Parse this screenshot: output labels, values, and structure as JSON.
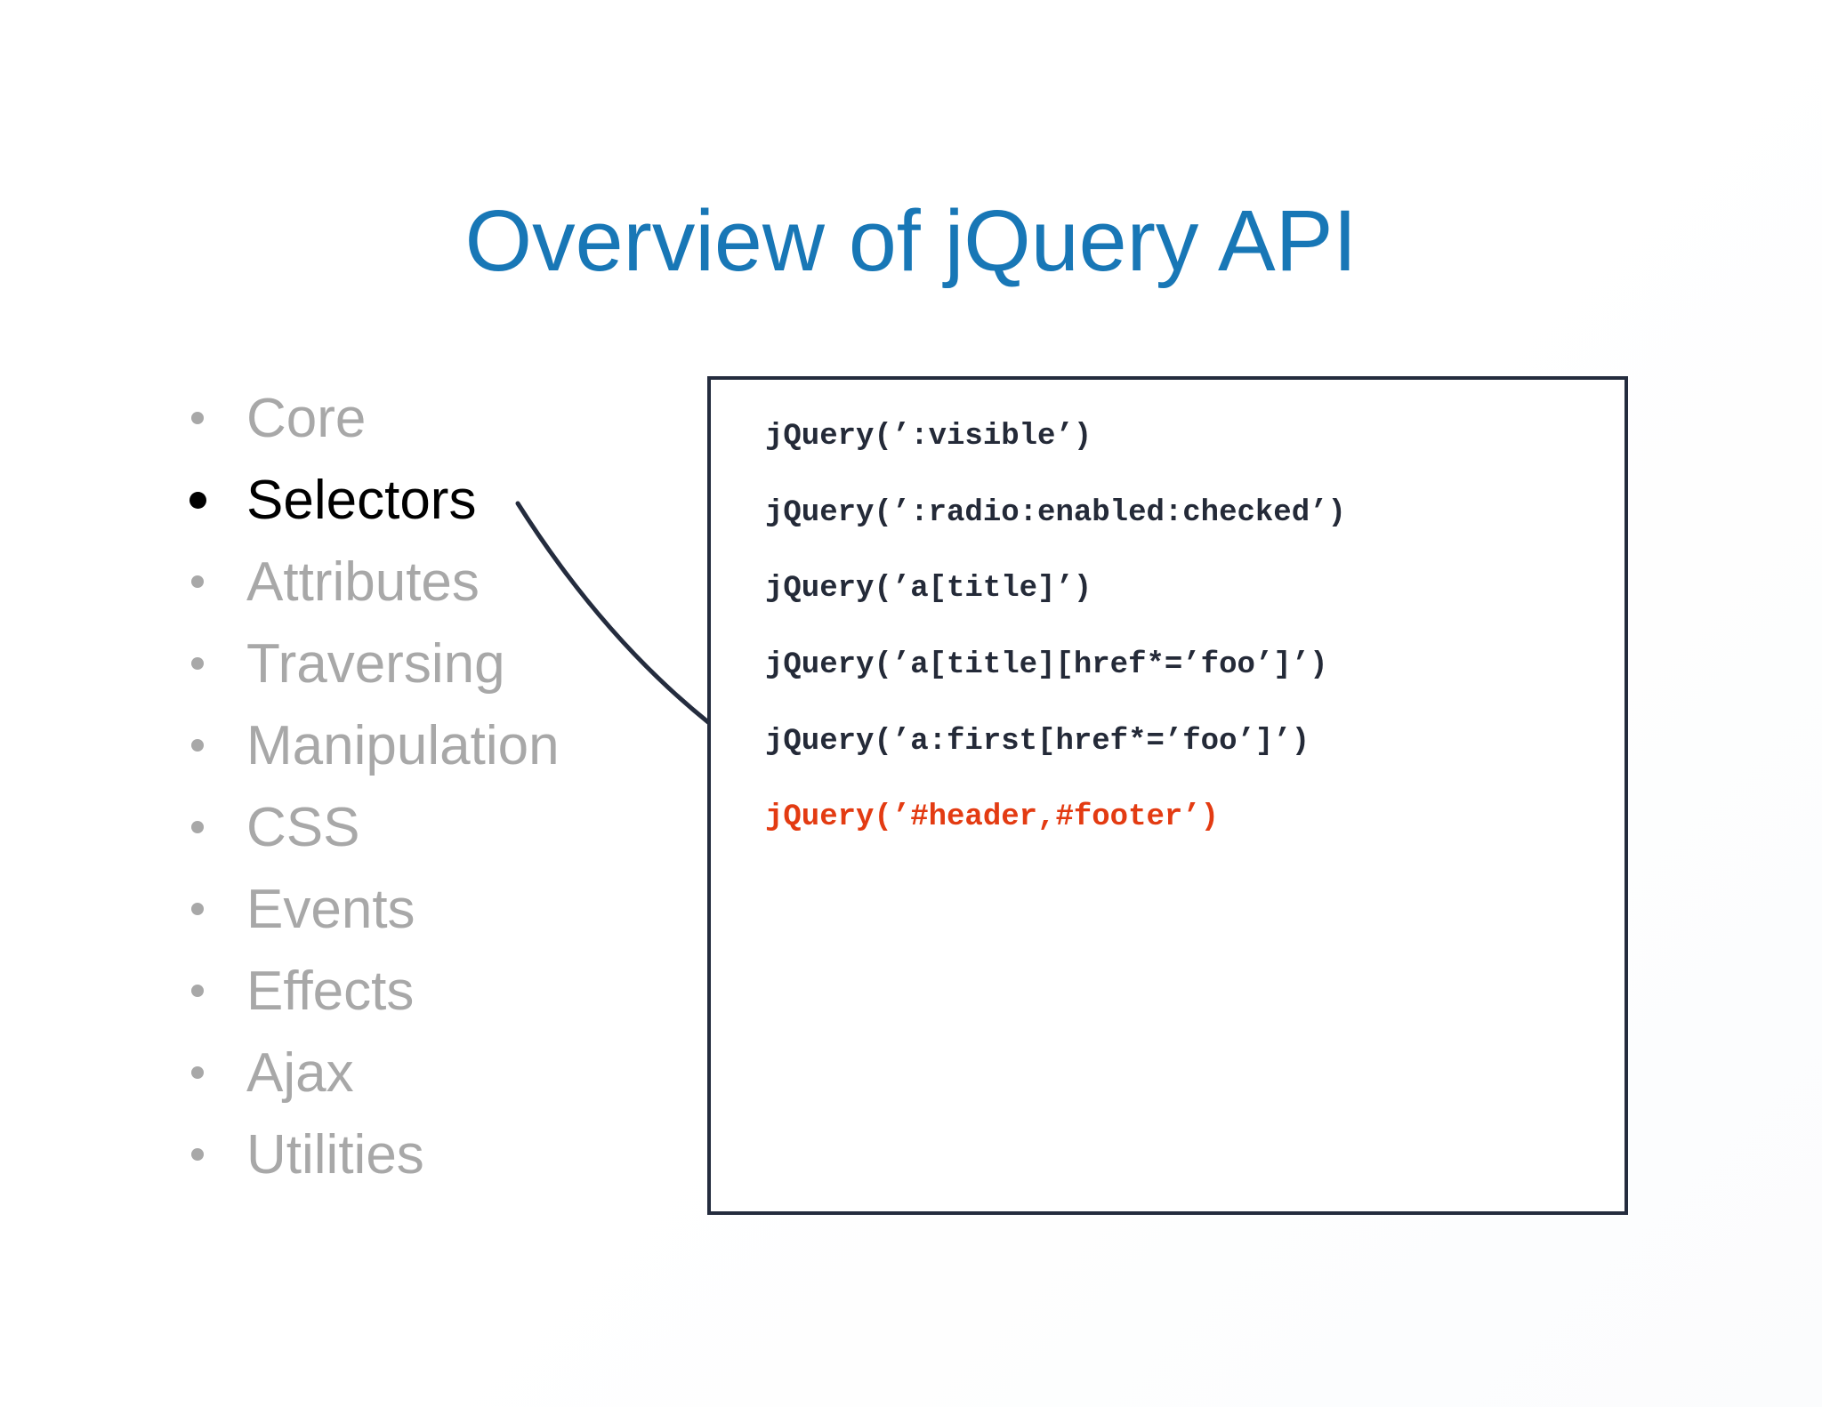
{
  "slide": {
    "title": "Overview of jQuery API",
    "nav_list": {
      "items": [
        {
          "label": "Core",
          "active": false
        },
        {
          "label": "Selectors",
          "active": true
        },
        {
          "label": "Attributes",
          "active": false
        },
        {
          "label": "Traversing",
          "active": false
        },
        {
          "label": "Manipulation",
          "active": false
        },
        {
          "label": "CSS",
          "active": false
        },
        {
          "label": "Events",
          "active": false
        },
        {
          "label": "Effects",
          "active": false
        },
        {
          "label": "Ajax",
          "active": false
        },
        {
          "label": "Utilities",
          "active": false
        }
      ]
    },
    "code_panel": {
      "lines": [
        {
          "text": "jQuery(’:visible’)",
          "emphasis": "normal"
        },
        {
          "text": "jQuery(’:radio:enabled:checked’)",
          "emphasis": "normal"
        },
        {
          "text": "jQuery(’a[title]’)",
          "emphasis": "normal"
        },
        {
          "text": "jQuery(’a[title][href*=’foo’]’)",
          "emphasis": "normal"
        },
        {
          "text": "jQuery(’a:first[href*=’foo’]’)",
          "emphasis": "normal"
        },
        {
          "text": "jQuery(’#header,#footer’)",
          "emphasis": "highlight"
        }
      ]
    },
    "colors": {
      "title_blue": "#1877b6",
      "inactive_gray": "#a8a8a8",
      "active_black": "#000000",
      "code_navy": "#242a38",
      "highlight_red": "#e33b12",
      "box_border_navy": "#242c3e"
    }
  }
}
